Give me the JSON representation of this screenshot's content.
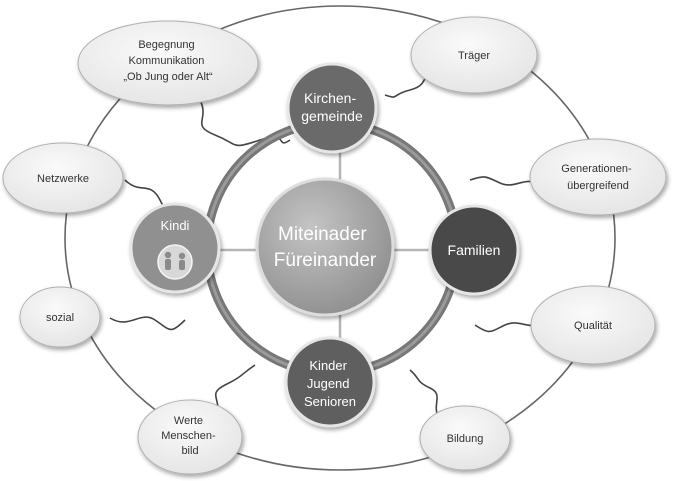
{
  "center": {
    "lines": [
      "Miteinader",
      "Füreinander"
    ]
  },
  "hubs": [
    {
      "id": "kirchengemeinde",
      "lines": [
        "Kirchen-",
        "gemeinde"
      ],
      "color": "#6b6b6b"
    },
    {
      "id": "familien",
      "lines": [
        "Familien"
      ],
      "color": "#4a4a4a"
    },
    {
      "id": "generationen",
      "lines": [
        "Kinder",
        "Jugend",
        "Senioren"
      ],
      "color": "#5e5e5e"
    },
    {
      "id": "kindi",
      "lines": [
        "Kindi"
      ],
      "color": "#909090",
      "icon": "people-icon"
    }
  ],
  "topics": [
    {
      "id": "begegnung",
      "lines": [
        "Begegnung",
        "Kommunikation",
        "„Ob Jung oder Alt“"
      ]
    },
    {
      "id": "traeger",
      "lines": [
        "Träger"
      ]
    },
    {
      "id": "netzwerke",
      "lines": [
        "Netzwerke"
      ]
    },
    {
      "id": "generationenuebergreifend",
      "lines": [
        "Generationen-",
        "übergreifend"
      ]
    },
    {
      "id": "sozial",
      "lines": [
        "sozial"
      ]
    },
    {
      "id": "qualitaet",
      "lines": [
        "Qualität"
      ]
    },
    {
      "id": "werte",
      "lines": [
        "Werte",
        "Menschen-",
        "bild"
      ]
    },
    {
      "id": "bildung",
      "lines": [
        "Bildung"
      ]
    }
  ],
  "colors": {
    "ring": "#777777",
    "ring_highlight": "#9a9a9a",
    "center_fill": "#a8a8a8",
    "outer_line": "#666666",
    "connector": "#444444",
    "spoke": "#b5b5b5",
    "bubble_fill": "#f0f0f0",
    "bubble_stroke": "#b0b0b0"
  }
}
